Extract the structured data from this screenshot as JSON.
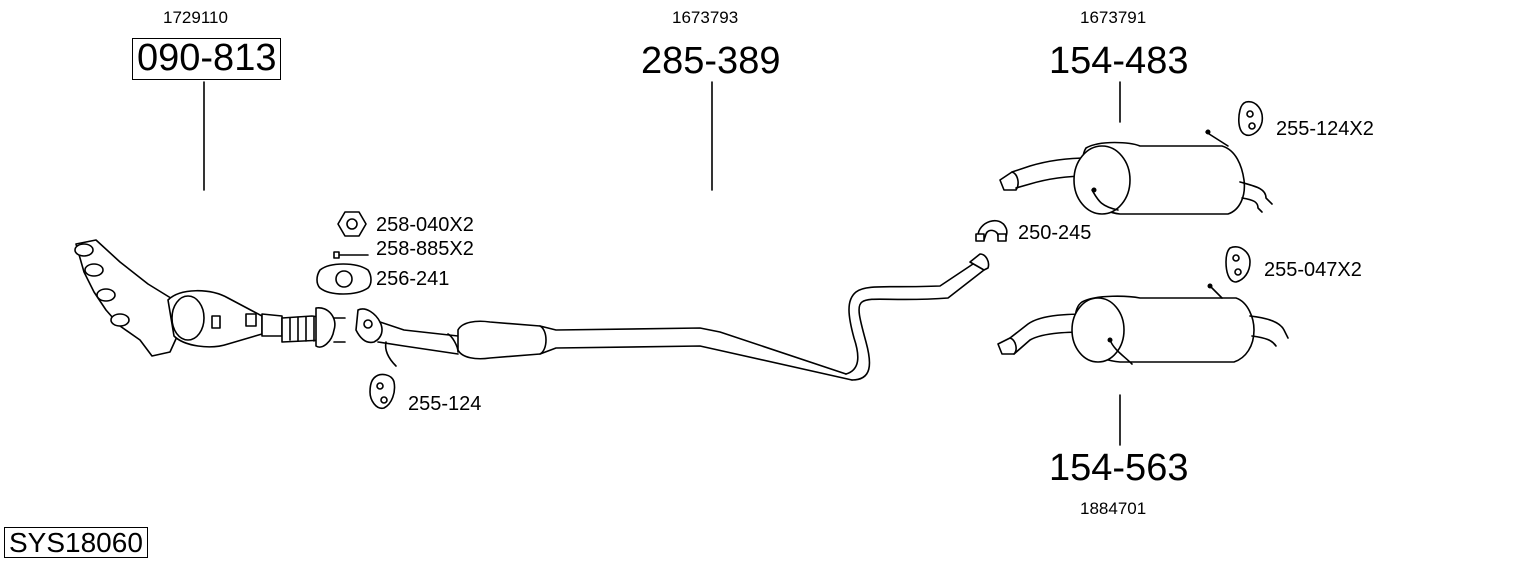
{
  "labels": {
    "system_code": "SYS18060",
    "catalyst": {
      "ref": "1729110",
      "part": "090-813"
    },
    "center_pipe": {
      "ref": "1673793",
      "part": "285-389"
    },
    "rear_silencer_top": {
      "ref": "1673791",
      "part": "154-483"
    },
    "rear_silencer_bottom": {
      "ref": "1884701",
      "part": "154-563"
    },
    "nut": "258-040X2",
    "bolt": "258-885X2",
    "gasket": "256-241",
    "mount_front": "255-124",
    "clamp": "250-245",
    "mount_top": "255-124X2",
    "mount_bottom": "255-047X2"
  }
}
